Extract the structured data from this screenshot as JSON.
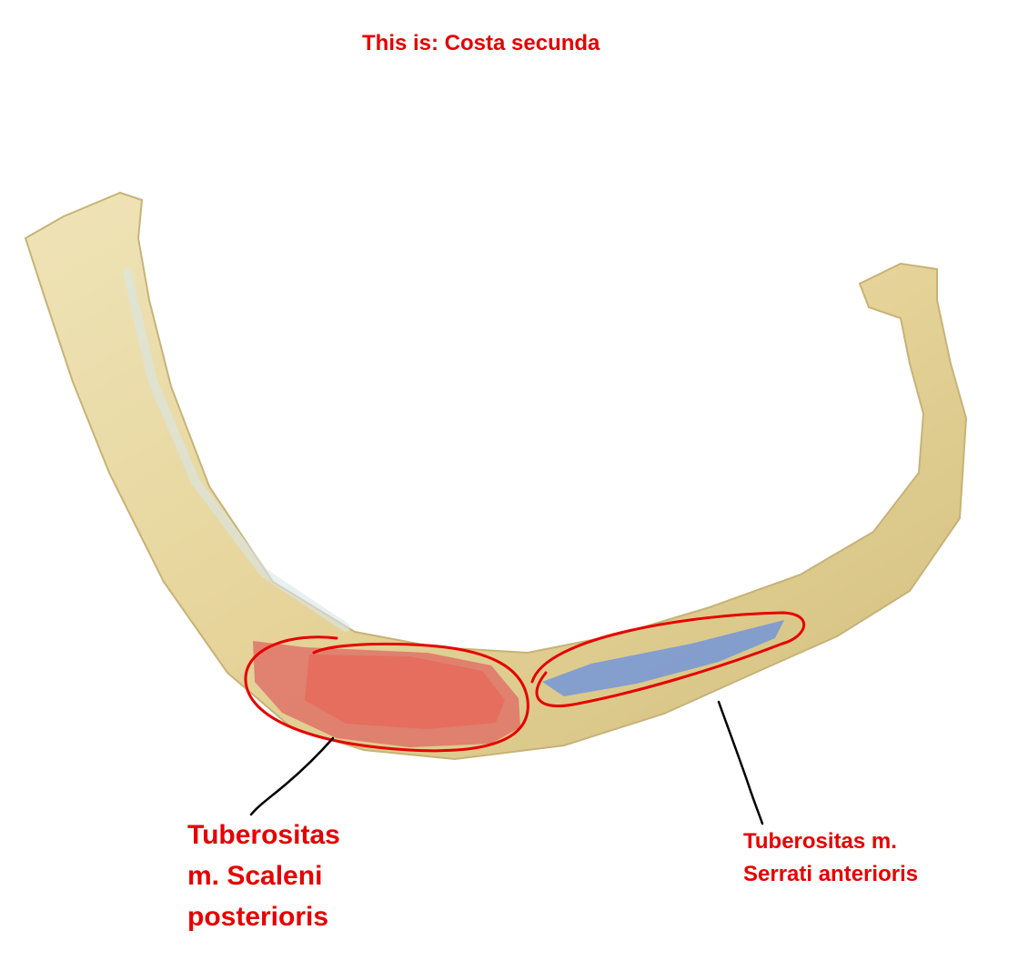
{
  "title": "This is: Costa secunda",
  "labels": {
    "scaleni": {
      "line1": "Tuberositas",
      "line2": "m. Scaleni",
      "line3": "posterioris"
    },
    "serrati": {
      "line1": "Tuberositas m.",
      "line2": "Serrati anterioris"
    }
  },
  "colors": {
    "annotation": "#e60000",
    "bone": "#e8d9a3",
    "scalene_area": "#e0786a",
    "serratus_area": "#7e9bd1",
    "leader_line": "#000000"
  }
}
